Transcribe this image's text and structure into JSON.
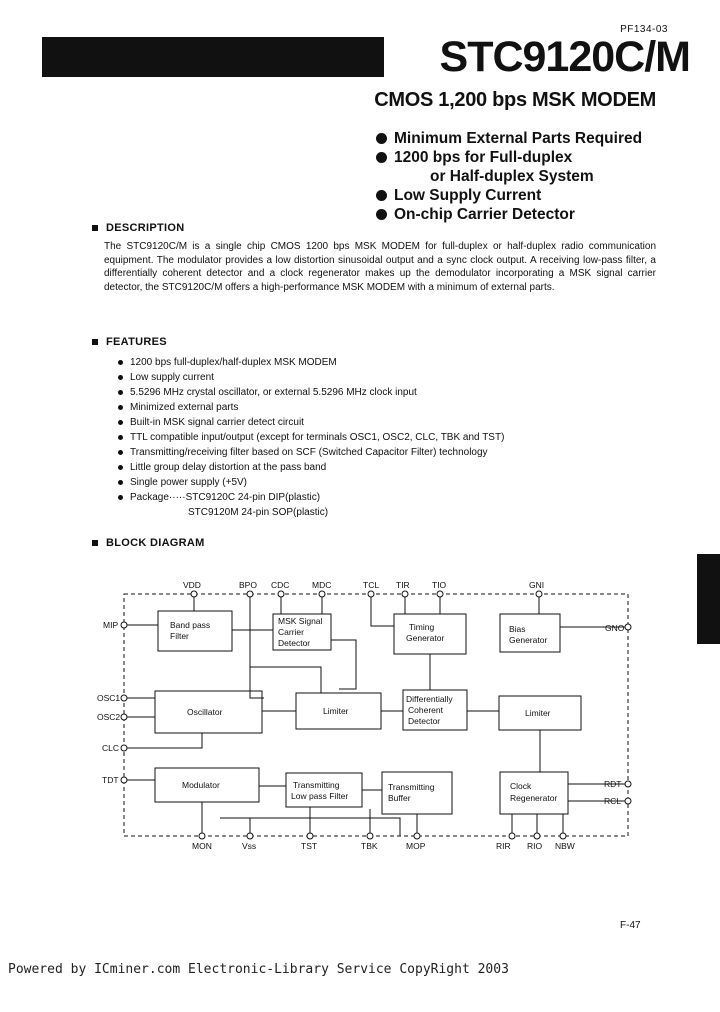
{
  "doc_id": "PF134-03",
  "title": "STC9120C/M",
  "subtitle": "CMOS 1,200 bps MSK MODEM",
  "highlights": [
    {
      "text": "Minimum External Parts Required"
    },
    {
      "text": "1200 bps for Full-duplex"
    },
    {
      "text": "or Half-duplex System",
      "continuation": true
    },
    {
      "text": "Low Supply Current"
    },
    {
      "text": "On-chip Carrier Detector"
    }
  ],
  "description": {
    "heading": "DESCRIPTION",
    "body": "The STC9120C/M is a single chip CMOS 1200 bps MSK MODEM for full-duplex or half-duplex radio communication equipment. The modulator provides a low distortion sinusoidal output and a sync clock output. A receiving low-pass filter, a differentially coherent detector and a clock regenerator makes up the demodulator incorporating a MSK signal carrier detector, the STC9120C/M offers a high-performance MSK MODEM with a minimum of external parts."
  },
  "features": {
    "heading": "FEATURES",
    "items": [
      "1200 bps full-duplex/half-duplex MSK MODEM",
      "Low supply current",
      "5.5296 MHz crystal oscillator, or external 5.5296 MHz clock input",
      "Minimized external parts",
      "Built-in MSK signal carrier detect circuit",
      "TTL compatible input/output (except for terminals OSC1, OSC2, CLC, TBK and TST)",
      "Transmitting/receiving filter based on SCF (Switched Capacitor Filter) technology",
      "Little group delay distortion at the pass band",
      "Single power supply (+5V)"
    ],
    "package_label": "Package",
    "package_dots": "·····",
    "package_c": "STC9120C 24-pin DIP(plastic)",
    "package_m": "STC9120M 24-pin SOP(plastic)"
  },
  "block_diagram": {
    "heading": "BLOCK DIAGRAM",
    "blocks": {
      "bandpass": [
        "Band pass",
        "Filter"
      ],
      "carrier": [
        "MSK Signal",
        "Carrier",
        "Detector"
      ],
      "timing": [
        "Timing",
        "Generator"
      ],
      "bias": [
        "Bias",
        "Generator"
      ],
      "oscillator": [
        "Oscillator"
      ],
      "limiter1": [
        "Limiter"
      ],
      "coherent": [
        "Differentially",
        "Coherent",
        "Detector"
      ],
      "limiter2": [
        "Limiter"
      ],
      "modulator": [
        "Modulator"
      ],
      "txlpf": [
        "Transmitting",
        "Low pass Filter"
      ],
      "txbuf": [
        "Transmitting",
        "Buffer"
      ],
      "clock": [
        "Clock",
        "Regenerator"
      ]
    },
    "pins": {
      "vdd": "VDD",
      "bpo": "BPO",
      "cdc": "CDC",
      "mdc": "MDC",
      "tcl": "TCL",
      "tir": "TIR",
      "tio": "TIO",
      "gni": "GNI",
      "mip": "MIP",
      "gno": "GNO",
      "osc1": "OSC1",
      "osc2": "OSC2",
      "clc": "CLC",
      "tdt": "TDT",
      "rdt": "RDT",
      "rcl": "RCL",
      "mon": "MON",
      "vss": "Vss",
      "tst": "TST",
      "tbk": "TBK",
      "mop": "MOP",
      "rir": "RIR",
      "rio": "RIO",
      "nbw": "NBW"
    }
  },
  "page_number": "F-47",
  "footer": "Powered by ICminer.com Electronic-Library Service CopyRight 2003"
}
